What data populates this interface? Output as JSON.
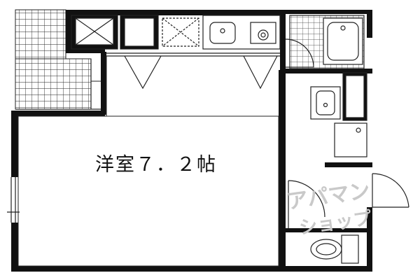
{
  "room": {
    "label": "洋室７．２帖"
  },
  "watermark": {
    "line1": "アパマン",
    "line2": "ショップ"
  },
  "colors": {
    "wall": "#111111",
    "line": "#222222",
    "watermark": "#c9c9c9",
    "background": "#ffffff"
  },
  "icons": {
    "balcony": "tiled-balcony",
    "closet_left": "closet-cross-icon",
    "shoe_box": "shoe-box-icon",
    "fridge_space": "fridge-space-icon",
    "sink": "kitchen-sink-icon",
    "stove": "stove-burner-icon",
    "bathtub": "bathtub-icon",
    "wash_basin": "wash-basin-icon",
    "washer_space": "washer-space-icon",
    "toilet": "toilet-icon"
  }
}
